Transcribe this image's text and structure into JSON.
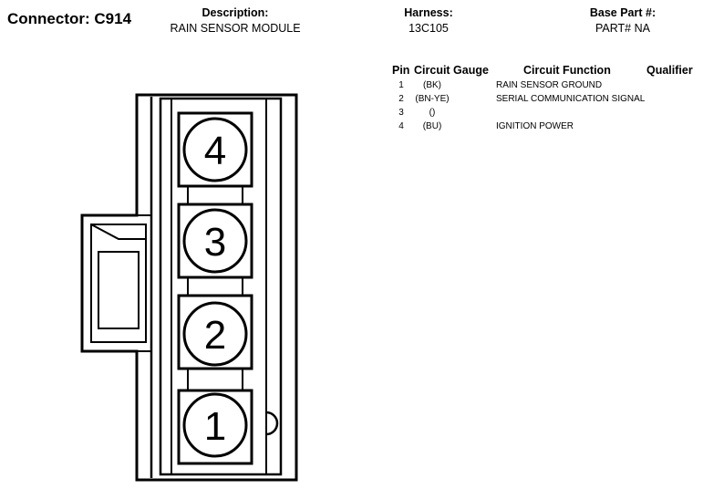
{
  "connector": {
    "title": "Connector: C914"
  },
  "description": {
    "label": "Description:",
    "value": "RAIN SENSOR MODULE"
  },
  "harness": {
    "label": "Harness:",
    "value": "13C105"
  },
  "base_part": {
    "label": "Base Part #:",
    "value": "PART# NA"
  },
  "table": {
    "headers": {
      "pin": "Pin",
      "gauge": "Circuit Gauge",
      "function": "Circuit Function",
      "qualifier": "Qualifier"
    },
    "rows": [
      {
        "pin": "1",
        "gauge": "(BK)",
        "function": "RAIN SENSOR GROUND",
        "qualifier": ""
      },
      {
        "pin": "2",
        "gauge": "(BN-YE)",
        "function": "SERIAL COMMUNICATION SIGNAL",
        "qualifier": ""
      },
      {
        "pin": "3",
        "gauge": "()",
        "function": "",
        "qualifier": ""
      },
      {
        "pin": "4",
        "gauge": "(BU)",
        "function": "IGNITION POWER",
        "qualifier": ""
      }
    ]
  },
  "diagram": {
    "pin_labels": [
      "4",
      "3",
      "2",
      "1"
    ]
  }
}
